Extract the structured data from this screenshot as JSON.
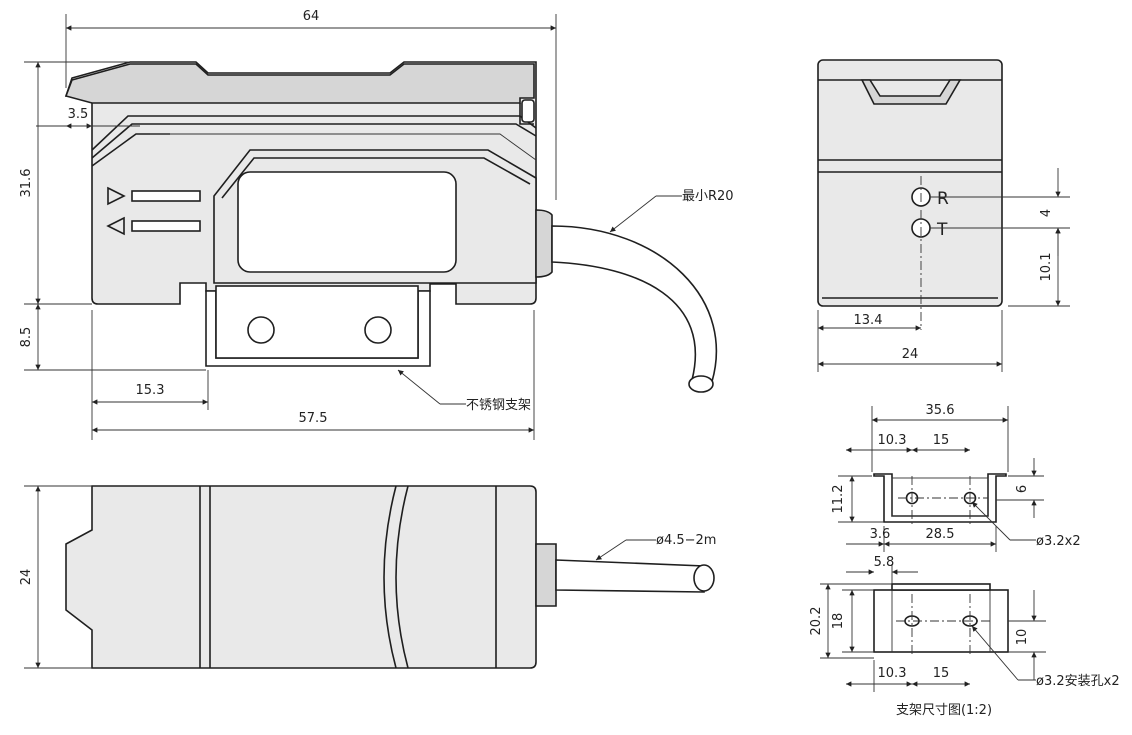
{
  "dimensions": {
    "top_width": "64",
    "lip": "3.5",
    "height_body": "31.6",
    "height_bracket": "8.5",
    "bracket_offset": "15.3",
    "base_width": "57.5",
    "plan_width": "24",
    "side_spacing": "4",
    "side_height": "10.1",
    "side_offset": "13.4",
    "side_width": "24",
    "br_total": "35.6",
    "br_offset": "10.3",
    "br_pitch": "15",
    "br_height": "11.2",
    "br_flange": "6",
    "br_small": "3.6",
    "br_inner": "28.5",
    "br_foot": "5.8",
    "br_h2": "20.2",
    "br_h3": "18",
    "br_h4": "10",
    "br_offset2": "10.3",
    "br_pitch2": "15"
  },
  "annotations": {
    "bend_radius": "最小R20",
    "bracket_material": "不锈钢支架",
    "cable": "ø4.5−2m",
    "hole_a": "ø3.2x2",
    "hole_b": "ø3.2安装孔x2",
    "bracket_title": "支架尺寸图(1:2)"
  },
  "labels": {
    "receiver": "R",
    "transmitter": "T"
  },
  "icons": [
    "triangle-right-icon",
    "triangle-left-icon"
  ]
}
